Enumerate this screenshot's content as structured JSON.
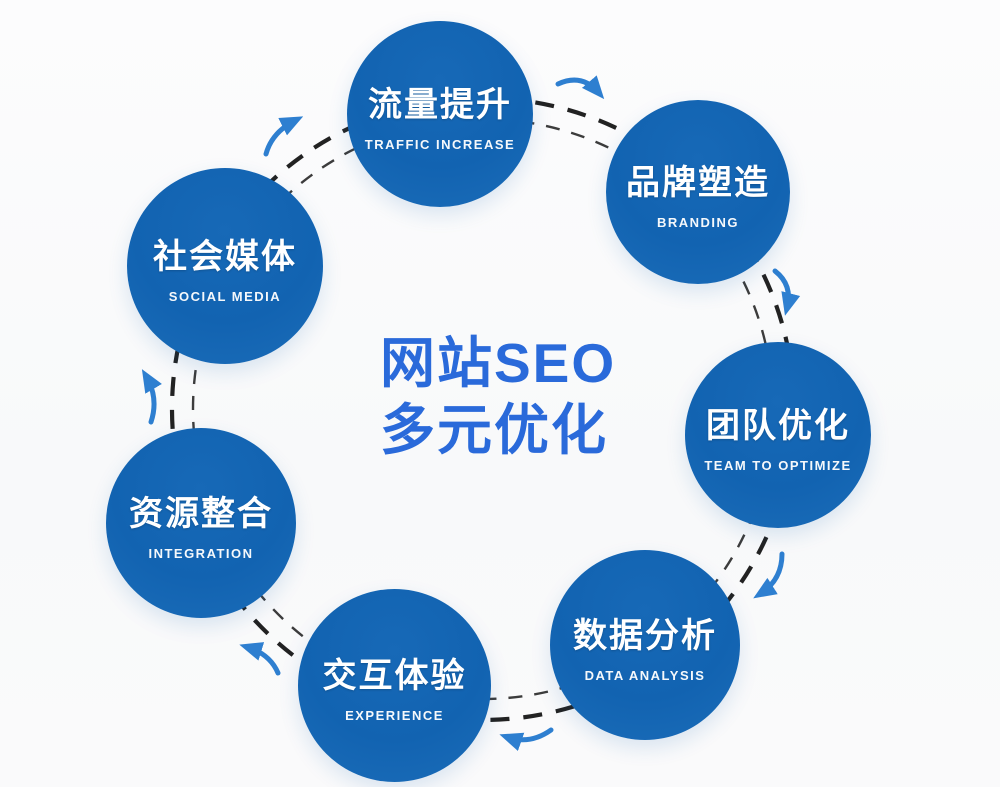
{
  "diagram": {
    "type": "cycle-diagram",
    "flow_direction": "clockwise"
  },
  "center_title": {
    "line1": "网站SEO",
    "line2": "多元优化"
  },
  "nodes": [
    {
      "title": "流量提升",
      "subtitle": "TRAFFIC INCREASE"
    },
    {
      "title": "品牌塑造",
      "subtitle": "BRANDING"
    },
    {
      "title": "团队优化",
      "subtitle": "TEAM TO OPTIMIZE"
    },
    {
      "title": "数据分析",
      "subtitle": "DATA ANALYSIS"
    },
    {
      "title": "交互体验",
      "subtitle": "EXPERIENCE"
    },
    {
      "title": "资源整合",
      "subtitle": "INTEGRATION"
    },
    {
      "title": "社会媒体",
      "subtitle": "SOCIAL MEDIA"
    }
  ],
  "sequence": [
    "流量提升",
    "品牌塑造",
    "团队优化",
    "数据分析",
    "交互体验",
    "资源整合",
    "社会媒体"
  ],
  "colors": {
    "node_fill": "#1263b1",
    "node_text": "#ffffff",
    "center_text": "#2a6ada",
    "arrow": "#2e7fd0",
    "dash_outer": "#222222",
    "dash_inner": "#3c3c3c",
    "background": "#fafafb"
  }
}
